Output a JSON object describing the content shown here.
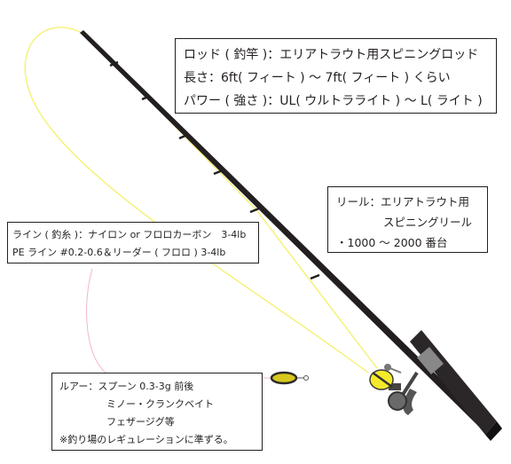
{
  "colors": {
    "line": "#f4f06a",
    "rod": "#231f20",
    "leader": "#f2b8c4",
    "reel_spool": "#f4ea2a",
    "lure_body": "#d8c81c"
  },
  "rod_box": {
    "line1": "ロッド ( 釣竿 )：エリアトラウト用スピニングロッド",
    "line2": "長さ：6ft( フィート ) ～ 7ft( フィート ) くらい",
    "line3": "パワー ( 強さ )：UL( ウルトラライト ) ～ L( ライト )"
  },
  "reel_box": {
    "line1": "リール：エリアトラウト用",
    "line2": "スピニングリール",
    "line3": "・1000 ～ 2000 番台"
  },
  "line_box": {
    "line1": "ライン ( 釣糸 )：ナイロン or フロロカーボン　3-4lb",
    "line2": "PE ライン #0.2-0.6＆リーダー ( フロロ ) 3-4lb"
  },
  "lure_box": {
    "line1": "ルアー：スプーン 0.3-3g 前後",
    "line2": "ミノー・クランクベイト",
    "line3": "フェザージグ等",
    "line4": "※釣り場のレギュレーションに準ずる。"
  }
}
